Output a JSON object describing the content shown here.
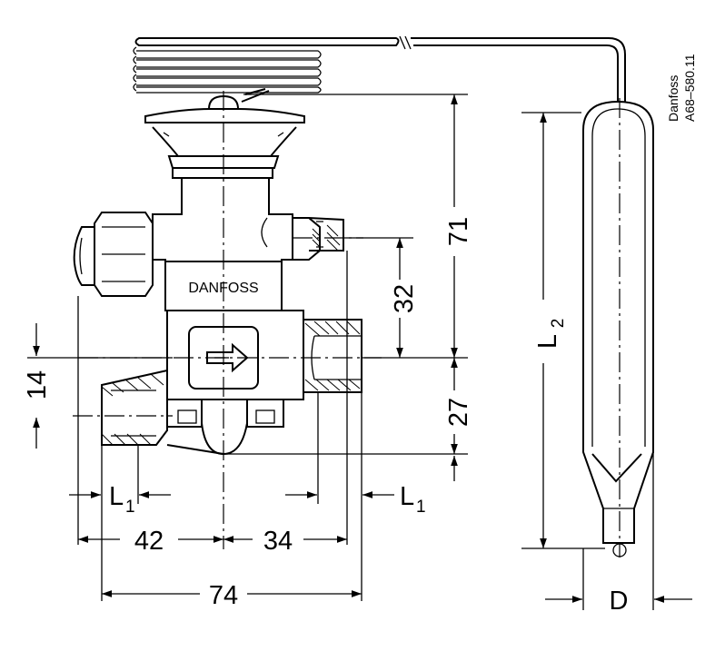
{
  "brand_label": "DANFOSS",
  "drawing_ref": {
    "line1": "Danfoss",
    "line2": "A68–580.11"
  },
  "dimensions": {
    "d14": "14",
    "d32": "32",
    "d71": "71",
    "d27": "27",
    "d42": "42",
    "d34": "34",
    "d74": "74",
    "l1": "L",
    "l1_sub": "1",
    "l2": "L",
    "l2_sub": "2",
    "d": "D"
  }
}
